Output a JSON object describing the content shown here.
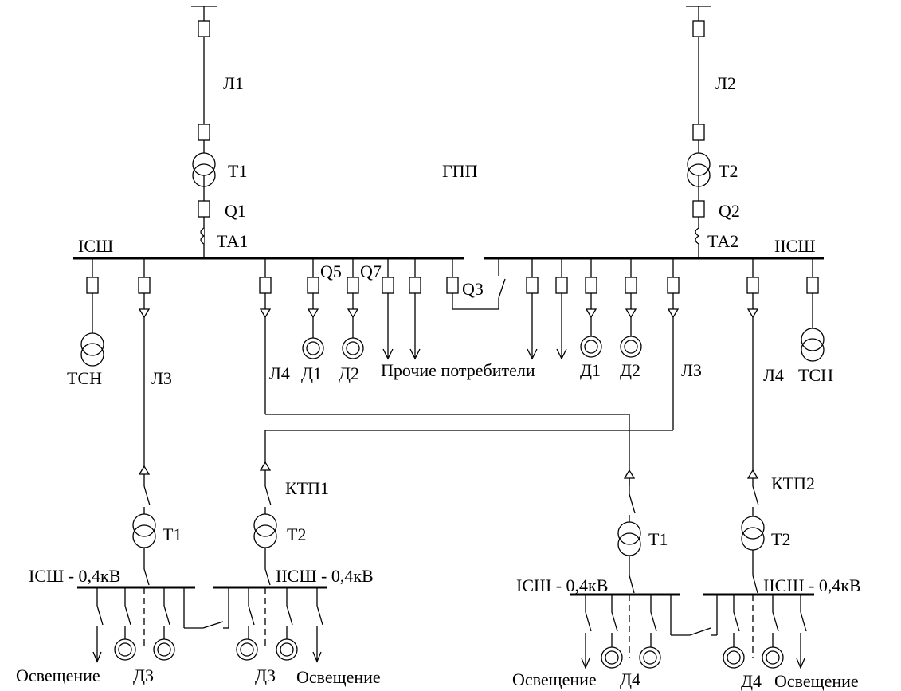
{
  "labels": {
    "L1": "Л1",
    "L2": "Л2",
    "T1": "Т1",
    "T2": "Т2",
    "Q1": "Q1",
    "Q2": "Q2",
    "Q3": "Q3",
    "Q5": "Q5",
    "Q7": "Q7",
    "TA1": "ТА1",
    "TA2": "ТА2",
    "GPP": "ГПП",
    "bus1": "IСШ",
    "bus2": "IIСШ",
    "tsn": "ТСН",
    "L3": "Л3",
    "L4": "Л4",
    "D1": "Д1",
    "D2": "Д2",
    "D3": "Д3",
    "D4": "Д4",
    "other_consumers": "Прочие  потребители",
    "ktp1": "КТП1",
    "ktp2": "КТП2",
    "bus1_04": "IСШ - 0,4кВ",
    "bus2_04": "IIСШ - 0,4кВ",
    "lighting": "Освещение"
  }
}
